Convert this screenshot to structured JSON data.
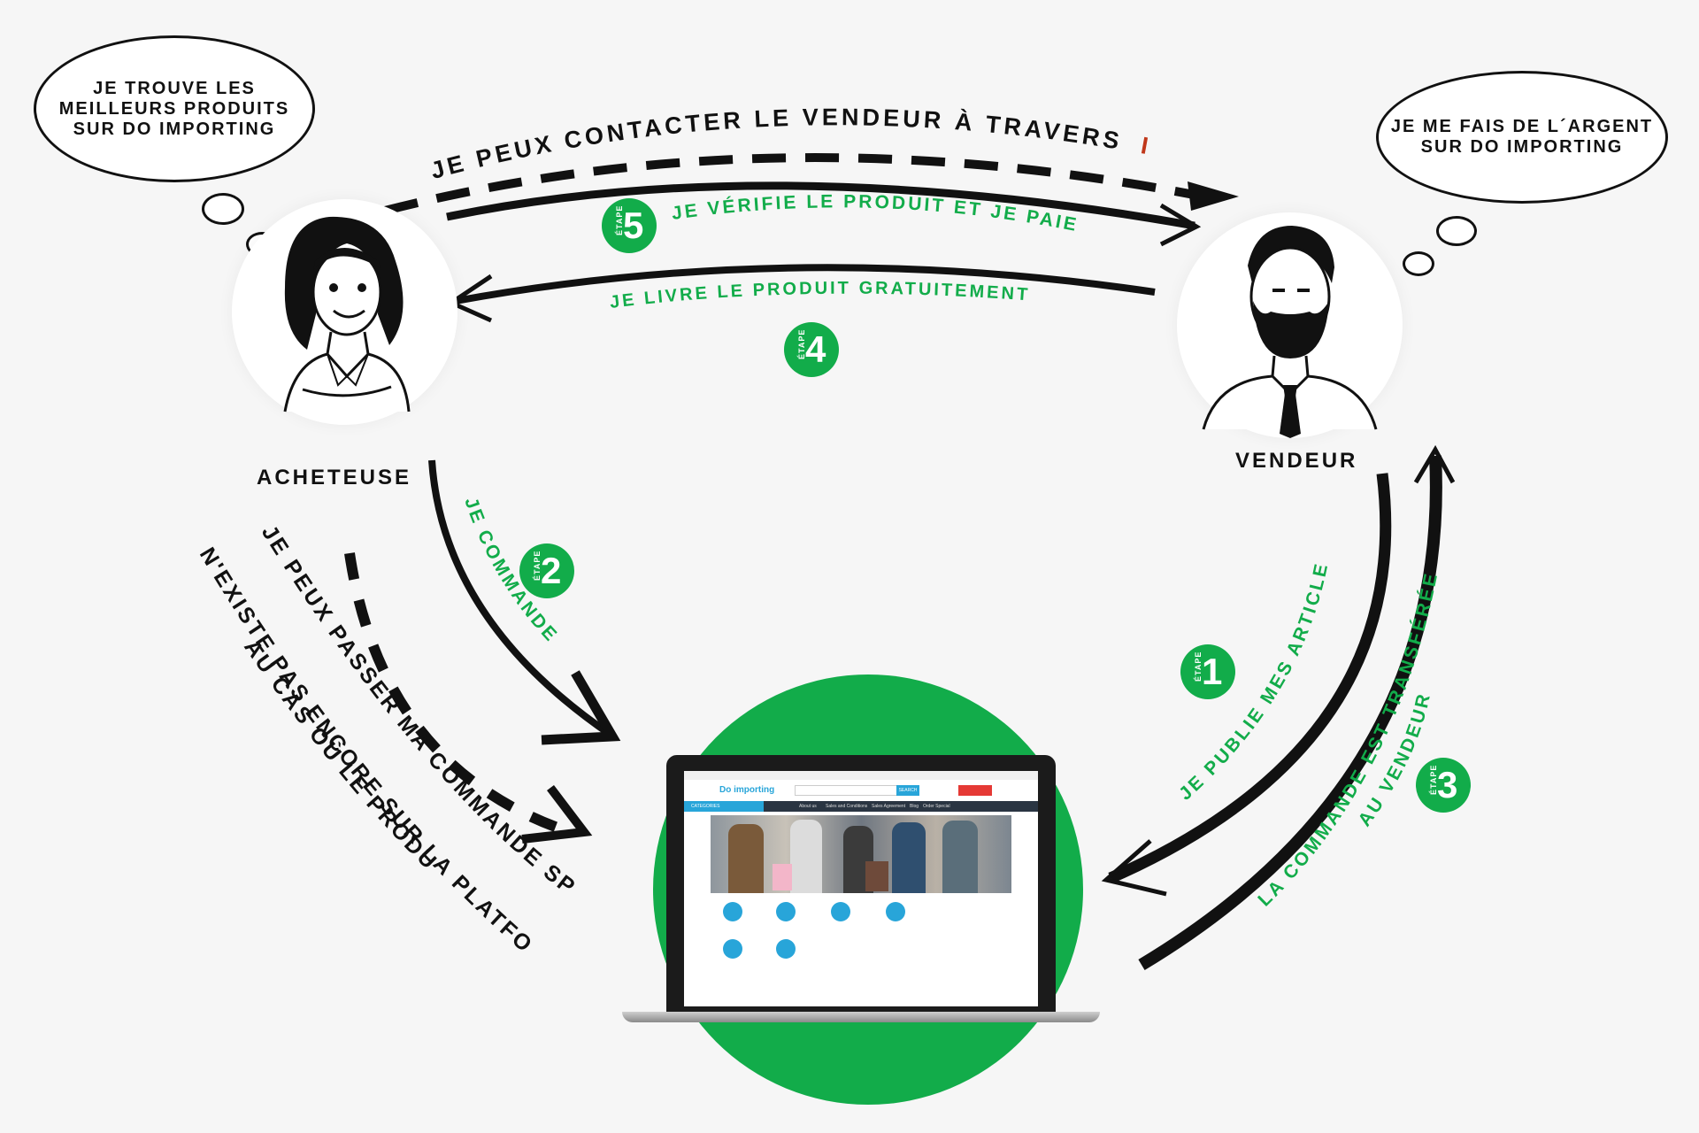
{
  "colors": {
    "accent_green": "#12ac4a",
    "ichat_red": "#c0371a",
    "ink": "#111111",
    "screen_bar": "#28a5d9"
  },
  "buyer_thought": "JE TROUVE LES\nMEILLEURS PRODUITS\nSUR DO IMPORTING",
  "seller_thought": "JE ME FAIS DE L´ARGENT\nSUR DO IMPORTING",
  "buyer_label": "ACHETEUSE",
  "seller_label": "VENDEUR",
  "top_message": {
    "prefix": "JE PEUX CONTACTER LE VENDEUR À TRAVERS",
    "highlight": "ICHAT"
  },
  "steps": {
    "badge_word": "ÉTAPE",
    "step1": {
      "number": "1",
      "text": "JE PUBLIE MES ARTICLES"
    },
    "step2": {
      "number": "2",
      "text": "JE COMMANDE"
    },
    "step3": {
      "number": "3",
      "text_line1": "LA COMMANDE EST TRANSFÉRÉE",
      "text_line2": "AU VENDEUR"
    },
    "step4": {
      "number": "4",
      "text": "JE LIVRE LE PRODUIT GRATUITEMENT"
    },
    "step5": {
      "number": "5",
      "text": "JE VÉRIFIE LE PRODUIT ET JE PAIE"
    }
  },
  "special_order": {
    "line1": "JE PEUX PASSER MA COMMANDE SPÉCIALE",
    "line2": "AU CAS OÙ LE PRODUIT",
    "line3": "N'EXISTE PAS ENCORE SUR LA PLATFORME"
  },
  "icons": {
    "buyer": "woman-avatar-icon",
    "seller": "man-avatar-icon",
    "laptop": "laptop-icon"
  },
  "screen": {
    "logo": "Do importing",
    "categories_button": "CATEGORIES",
    "search_button": "SEARCH",
    "nav": [
      "About us",
      "Sales and Conditions",
      "Sales Agreement",
      "Blog",
      "Order Special"
    ]
  }
}
